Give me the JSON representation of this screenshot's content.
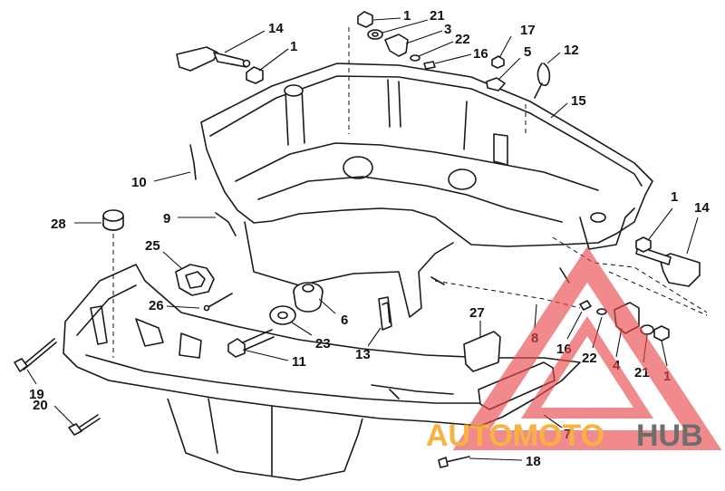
{
  "callouts": [
    {
      "id": "c14a",
      "text": "14"
    },
    {
      "id": "c1a",
      "text": "1"
    },
    {
      "id": "c1b",
      "text": "1"
    },
    {
      "id": "c21a",
      "text": "21"
    },
    {
      "id": "c3",
      "text": "3"
    },
    {
      "id": "c22a",
      "text": "22"
    },
    {
      "id": "c16a",
      "text": "16"
    },
    {
      "id": "c17",
      "text": "17"
    },
    {
      "id": "c5",
      "text": "5"
    },
    {
      "id": "c12",
      "text": "12"
    },
    {
      "id": "c15",
      "text": "15"
    },
    {
      "id": "c10",
      "text": "10"
    },
    {
      "id": "c9",
      "text": "9"
    },
    {
      "id": "c28",
      "text": "28"
    },
    {
      "id": "c25",
      "text": "25"
    },
    {
      "id": "c26",
      "text": "26"
    },
    {
      "id": "c6",
      "text": "6"
    },
    {
      "id": "c23",
      "text": "23"
    },
    {
      "id": "c11",
      "text": "11"
    },
    {
      "id": "c13",
      "text": "13"
    },
    {
      "id": "c27",
      "text": "27"
    },
    {
      "id": "c8",
      "text": "8"
    },
    {
      "id": "c16b",
      "text": "16"
    },
    {
      "id": "c22b",
      "text": "22"
    },
    {
      "id": "c4",
      "text": "4"
    },
    {
      "id": "c21b",
      "text": "21"
    },
    {
      "id": "c1c",
      "text": "1"
    },
    {
      "id": "c1d",
      "text": "1"
    },
    {
      "id": "c14b",
      "text": "14"
    },
    {
      "id": "c19",
      "text": "19"
    },
    {
      "id": "c20",
      "text": "20"
    },
    {
      "id": "c7",
      "text": "7"
    },
    {
      "id": "c18",
      "text": "18"
    }
  ],
  "watermark": {
    "part1": "AUTOMOTO",
    "part2": "HUB",
    "color_primary": "#e8484b",
    "color_secondary": "#f5a623",
    "color_dark": "#555555"
  }
}
